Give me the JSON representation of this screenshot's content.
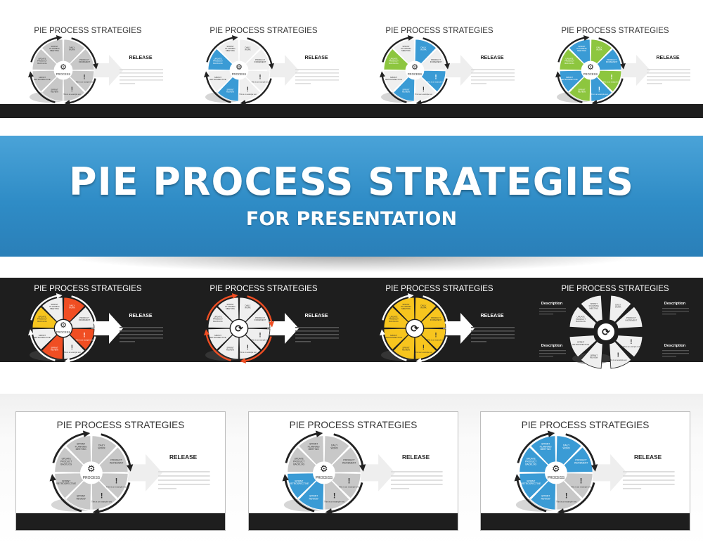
{
  "banner": {
    "title": "PIE PROCESS STRATEGIES",
    "subtitle": "FOR PRESENTATION"
  },
  "slide_text": {
    "title": "PIE PROCESS STRATEGIES",
    "release": "RELEASE",
    "process": "PROCESS",
    "description": "Description",
    "example": "This is an example text",
    "segments": [
      "DAILY WORK",
      "PRODUCT INCREMENT",
      "!",
      "!",
      "SPRINT REVIEW",
      "SPRINT RETROSPECTIVE",
      "UPDATE PRODUCT BACKLOG",
      "SPRINT PLANNING MEETING"
    ]
  },
  "colors": {
    "blue": "#3a9bd5",
    "green": "#8dc63f",
    "orange": "#f04e23",
    "yellow": "#f7c51e",
    "gray": "#c8c8c8",
    "light": "#efefef",
    "dark": "#1e1e1e"
  },
  "slides": [
    {
      "theme": "light",
      "center": "gear",
      "segment_colors": [
        "gray",
        "gray",
        "gray",
        "gray",
        "gray",
        "gray",
        "gray",
        "gray"
      ],
      "arrow_color": "#222222",
      "layout": "release"
    },
    {
      "theme": "light",
      "center": "gear",
      "segment_colors": [
        "light",
        "light",
        "light",
        "light",
        "blue",
        "light",
        "blue",
        "light"
      ],
      "arrow_color": "#222222",
      "layout": "release"
    },
    {
      "theme": "light",
      "center": "gear",
      "segment_colors": [
        "blue",
        "light",
        "blue",
        "light",
        "blue",
        "light",
        "green",
        "light"
      ],
      "arrow_color": "#222222",
      "layout": "release"
    },
    {
      "theme": "light",
      "center": "gear",
      "segment_colors": [
        "green",
        "blue",
        "green",
        "blue",
        "green",
        "blue",
        "green",
        "blue"
      ],
      "arrow_color": "#222222",
      "layout": "release"
    },
    {
      "theme": "dark",
      "center": "gear",
      "segment_colors": [
        "orange",
        "light",
        "orange",
        "light",
        "orange",
        "light",
        "yellow",
        "light"
      ],
      "arrow_color": "#ffffff",
      "layout": "release"
    },
    {
      "theme": "dark",
      "center": "refresh",
      "segment_colors": [
        "light",
        "light",
        "light",
        "light",
        "light",
        "light",
        "light",
        "light"
      ],
      "arrow_color": "#f04e23",
      "layout": "release"
    },
    {
      "theme": "dark",
      "center": "refresh",
      "segment_colors": [
        "yellow",
        "yellow",
        "yellow",
        "yellow",
        "yellow",
        "yellow",
        "yellow",
        "yellow"
      ],
      "arrow_color": "#ffffff",
      "layout": "release"
    },
    {
      "theme": "dark",
      "center": "refresh",
      "segment_colors": [
        "light",
        "light",
        "light",
        "light",
        "light",
        "light",
        "light",
        "light"
      ],
      "arrow_color": "none",
      "layout": "quad"
    },
    {
      "theme": "light",
      "center": "gear",
      "segment_colors": [
        "gray",
        "gray",
        "gray",
        "gray",
        "gray",
        "gray",
        "gray",
        "gray"
      ],
      "arrow_color": "#222222",
      "layout": "release"
    },
    {
      "theme": "light",
      "center": "gear",
      "segment_colors": [
        "gray",
        "gray",
        "gray",
        "gray",
        "blue",
        "blue",
        "gray",
        "gray"
      ],
      "arrow_color": "#222222",
      "layout": "release"
    },
    {
      "theme": "light",
      "center": "gear",
      "segment_colors": [
        "blue",
        "blue",
        "gray",
        "gray",
        "blue",
        "blue",
        "blue",
        "blue"
      ],
      "arrow_color": "#222222",
      "layout": "release"
    }
  ]
}
